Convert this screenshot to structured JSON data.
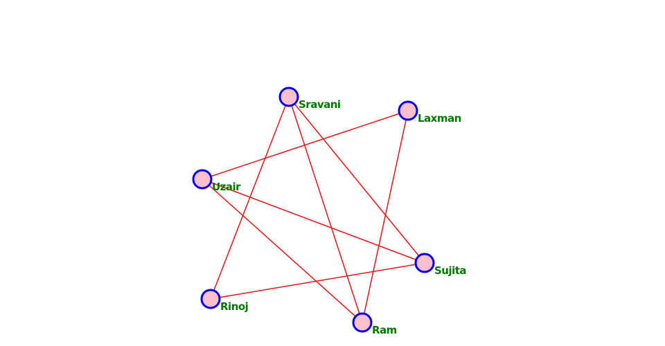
{
  "graph": {
    "colors": {
      "edge": "#ee1111",
      "node_fill": "#ffc0cb",
      "node_stroke": "#0000ee",
      "label": "#007700"
    },
    "nodes": [
      {
        "id": "sravani",
        "label": "Sravani"
      },
      {
        "id": "laxman",
        "label": "Laxman"
      },
      {
        "id": "uzair",
        "label": "Uzair"
      },
      {
        "id": "sujita",
        "label": "Sujita"
      },
      {
        "id": "rinoj",
        "label": "Rinoj"
      },
      {
        "id": "ram",
        "label": "Ram"
      }
    ],
    "edges": [
      {
        "source": "sravani",
        "target": "rinoj"
      },
      {
        "source": "sravani",
        "target": "ram"
      },
      {
        "source": "sravani",
        "target": "sujita"
      },
      {
        "source": "laxman",
        "target": "uzair"
      },
      {
        "source": "laxman",
        "target": "ram"
      },
      {
        "source": "uzair",
        "target": "sujita"
      },
      {
        "source": "uzair",
        "target": "ram"
      },
      {
        "source": "rinoj",
        "target": "sujita"
      }
    ]
  }
}
